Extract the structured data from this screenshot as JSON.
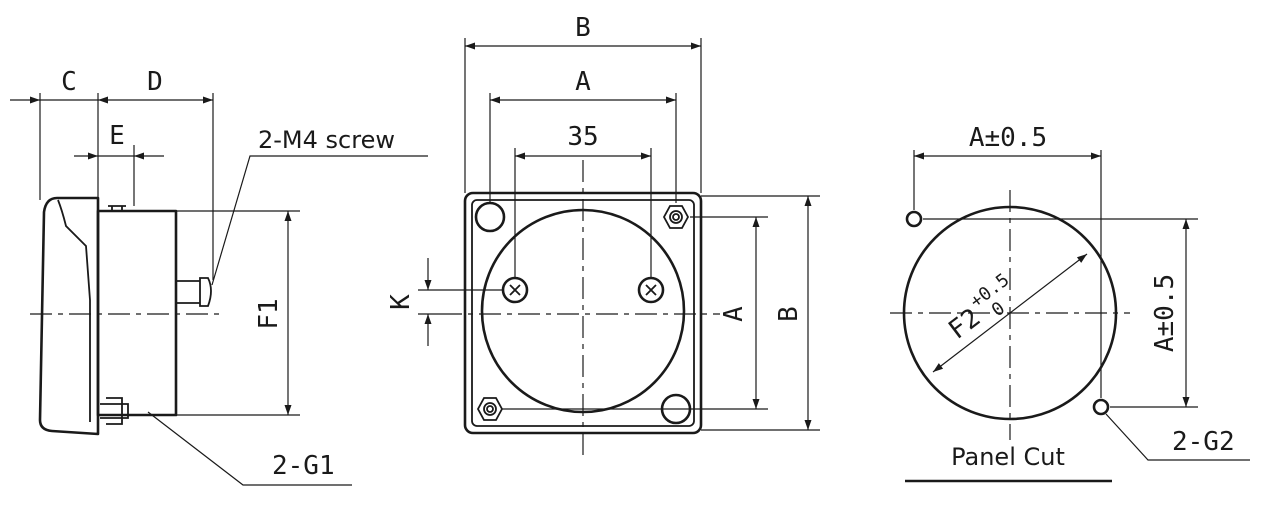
{
  "labels": {
    "side_c": "C",
    "side_d": "D",
    "side_e": "E",
    "side_f1": "F1",
    "side_screw": "2-M4 screw",
    "side_g1": "2-G1",
    "front_b_top": "B",
    "front_a_top": "A",
    "front_35": "35",
    "front_k": "K",
    "front_a_right": "A",
    "front_b_right": "B",
    "cut_a_top": "A±0.5",
    "cut_a_right": "A±0.5",
    "cut_f2": "F2",
    "cut_f2_plus": "+0.5",
    "cut_f2_zero": "0",
    "cut_g2": "2-G2",
    "cut_title": "Panel Cut"
  }
}
